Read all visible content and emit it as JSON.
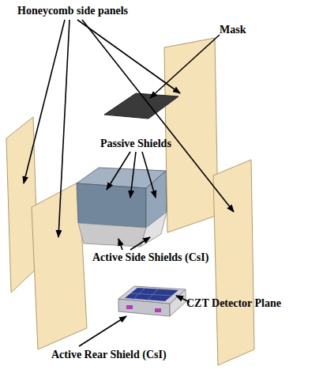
{
  "diagram": {
    "labels": [
      "Honeycomb side panels",
      "Mask",
      "Passive Shields",
      "Active Side Shields (CsI)",
      "CZT Detector Plane",
      "Active Rear Shield (CsI)"
    ]
  }
}
